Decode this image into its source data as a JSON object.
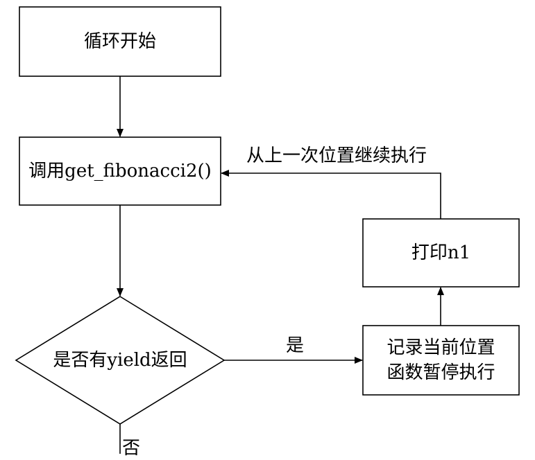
{
  "diagram": {
    "nodes": {
      "loop_start": {
        "label": "循环开始"
      },
      "call_func": {
        "label": "调用get_fibonacci2()"
      },
      "yield_check": {
        "label": "是否有yield返回"
      },
      "print_n1": {
        "label": "打印n1"
      },
      "record_pause": {
        "line1": "记录当前位置",
        "line2": "函数暂停执行"
      }
    },
    "edges": {
      "yes": {
        "label": "是"
      },
      "resume": {
        "label": "从上一次位置继续执行"
      },
      "no": {
        "label": "否"
      }
    },
    "colors": {
      "stroke": "#000000",
      "fill": "#ffffff"
    }
  }
}
